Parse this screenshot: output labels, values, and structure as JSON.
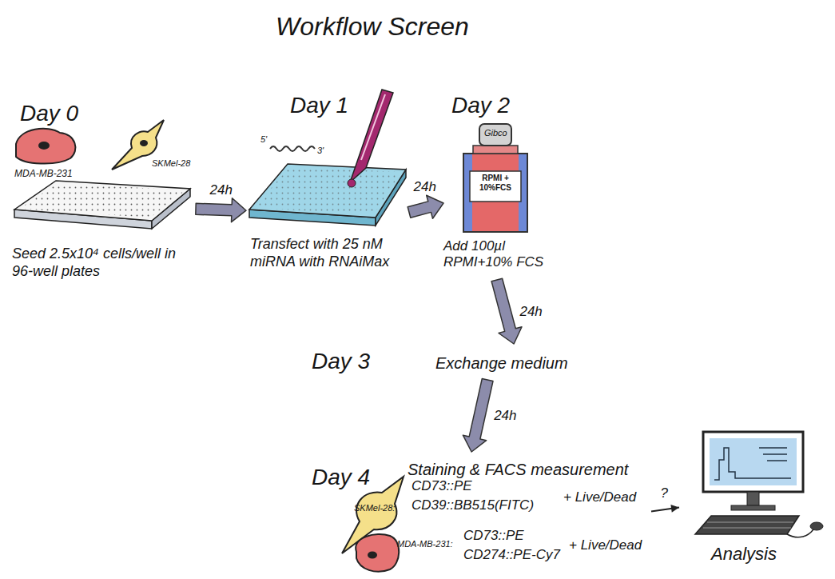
{
  "diagram": {
    "title": "Workflow Screen",
    "nodes": [
      {
        "text": [
          "Day 0",
          "Seed 2.5x10⁴ cells/well in 96-well plates"
        ]
      },
      {
        "text": [
          "Day 1",
          "Transfect with 25 nM miRNA with RNAiMax"
        ]
      },
      {
        "text": [
          "Day 2",
          "Add 100µl RPMI+10% FCS"
        ]
      },
      {
        "text": [
          "Day 3",
          "Exchange medium"
        ]
      },
      {
        "text": [
          "Day 4",
          "Staining & FACS measurement"
        ]
      },
      {
        "text": [
          "Analysis"
        ]
      }
    ],
    "edges": [
      {
        "from": 0,
        "to": 1,
        "arrow": "to",
        "label": "24h"
      },
      {
        "from": 1,
        "to": 2,
        "arrow": "to",
        "label": "24h"
      },
      {
        "from": 2,
        "to": 3,
        "arrow": "to",
        "label": "24h"
      },
      {
        "from": 3,
        "to": 4,
        "arrow": "to",
        "label": "24h"
      },
      {
        "from": 4,
        "to": 5,
        "arrow": "to",
        "label": "?"
      }
    ],
    "labels": [
      "MDA-MB-231",
      "SKMel-28",
      "5'",
      "3'",
      "Gibco",
      "RPMI + 10%FCS",
      "SKMel-28:",
      "CD73::PE",
      "CD39::BB515(FITC)",
      "+ Live/Dead",
      "MDA-MB-231:",
      "CD73::PE",
      "CD274::PE-Cy7",
      "+ Live/Dead"
    ]
  }
}
